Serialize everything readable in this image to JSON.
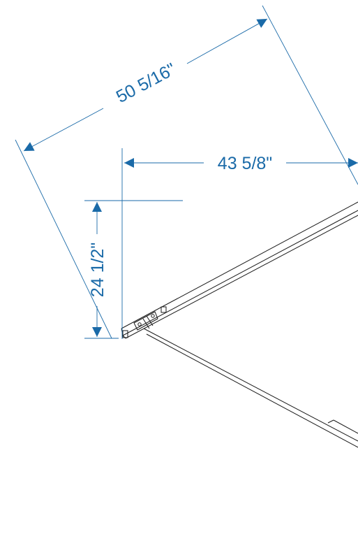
{
  "colors": {
    "dimension": "#1a6aa8",
    "outline": "#1a1a1a",
    "background": "#ffffff"
  },
  "dimensions": {
    "diagonal": "50 5/16\"",
    "width": "43 5/8\"",
    "height": "24 1/2\""
  }
}
